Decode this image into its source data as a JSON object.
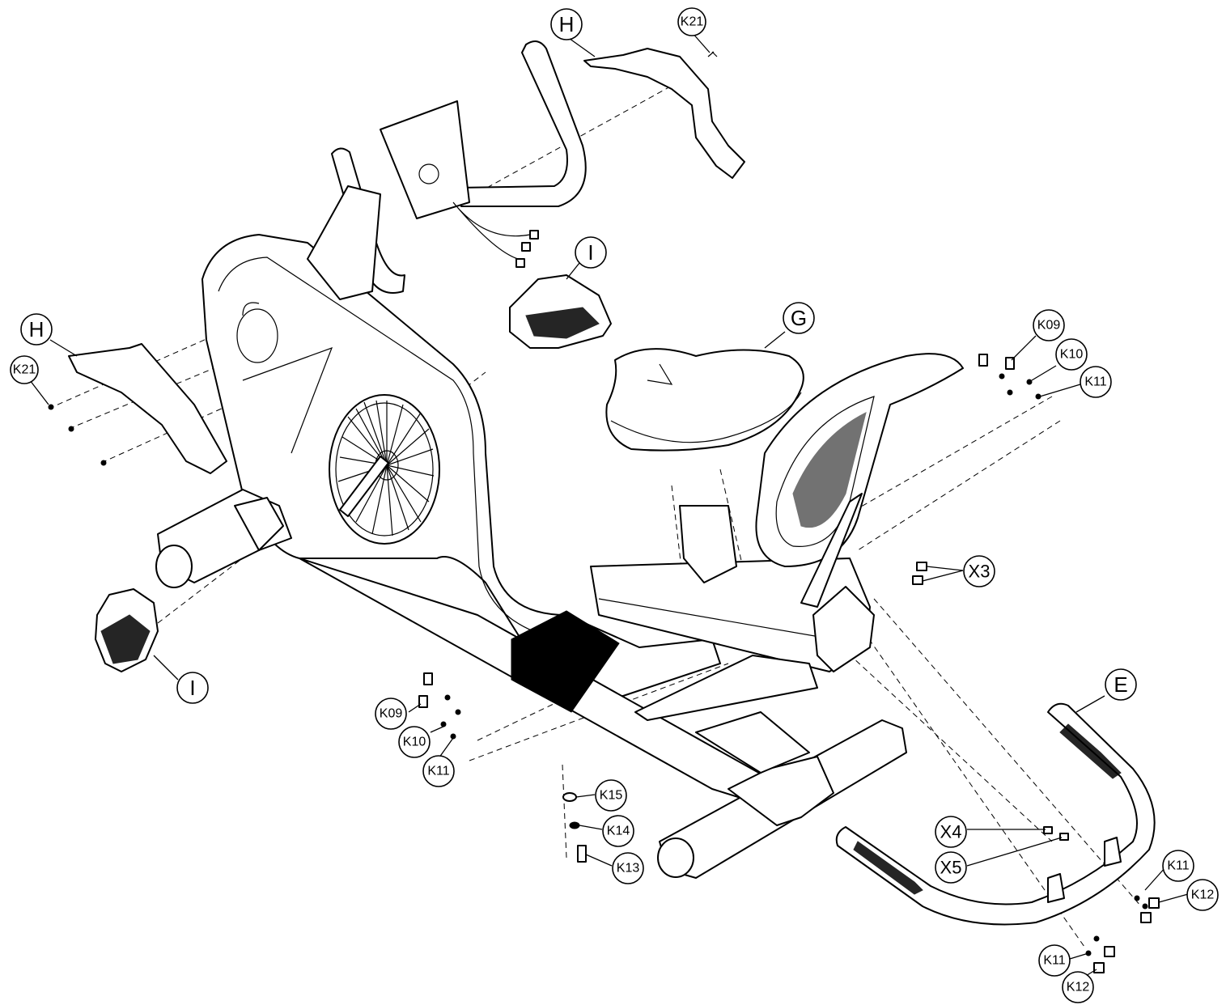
{
  "callouts": {
    "H_top": "H",
    "H_left": "H",
    "K21_top": "K21",
    "K21_left": "K21",
    "I_top": "I",
    "I_left": "I",
    "G": "G",
    "K09_right": "K09",
    "K10_right": "K10",
    "K11_right": "K11",
    "X3": "X3",
    "E": "E",
    "K09_mid": "K09",
    "K10_mid": "K10",
    "K11_mid": "K11",
    "K15": "K15",
    "K14": "K14",
    "K13": "K13",
    "X4": "X4",
    "X5": "X5",
    "K11_lower": "K11",
    "K12_lower": "K12",
    "K11_bottom": "K11",
    "K12_bottom": "K12"
  },
  "colors": {
    "line": "#000000",
    "fill": "#ffffff"
  }
}
